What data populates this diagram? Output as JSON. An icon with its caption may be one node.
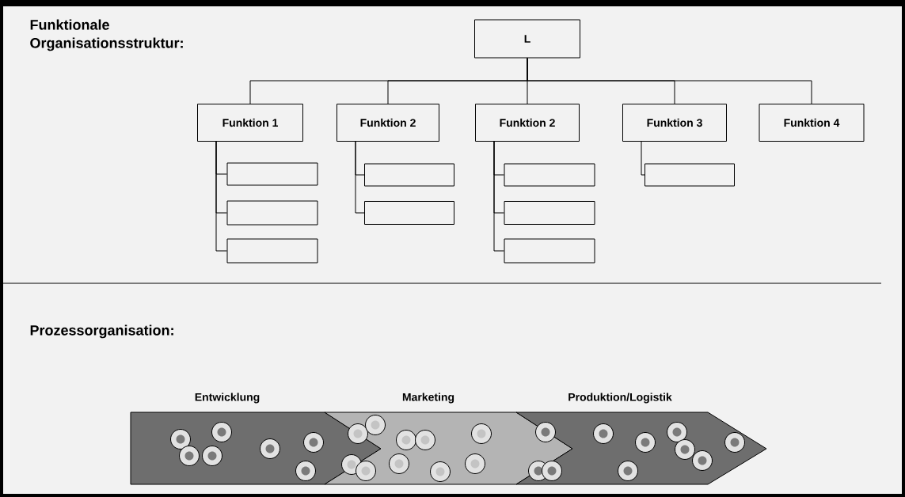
{
  "diagram": {
    "nodes": [
      {
        "text": [
          "L"
        ]
      },
      {
        "text": [
          "Funktion 1"
        ]
      },
      {
        "text": [
          "Funktion 2"
        ]
      },
      {
        "text": [
          "Funktion 2"
        ]
      },
      {
        "text": [
          "Funktion 3"
        ]
      },
      {
        "text": [
          "Funktion 4"
        ]
      },
      {
        "text": [],
        "shape": "box"
      },
      {
        "text": [],
        "shape": "box"
      },
      {
        "text": [],
        "shape": "box"
      },
      {
        "text": [],
        "shape": "box"
      },
      {
        "text": [],
        "shape": "box"
      },
      {
        "text": [],
        "shape": "box"
      },
      {
        "text": [],
        "shape": "box"
      },
      {
        "text": [],
        "shape": "box"
      },
      {
        "text": [],
        "shape": "box"
      },
      {
        "text": [
          "Entwicklung"
        ]
      },
      {
        "text": [
          "Marketing"
        ]
      },
      {
        "text": [
          "Produktion/Logistik"
        ]
      }
    ],
    "edges": [
      {
        "from": 0,
        "to": 1,
        "arrow": "none"
      },
      {
        "from": 0,
        "to": 2,
        "arrow": "none"
      },
      {
        "from": 0,
        "to": 3,
        "arrow": "none"
      },
      {
        "from": 0,
        "to": 4,
        "arrow": "none"
      },
      {
        "from": 0,
        "to": 5,
        "arrow": "none"
      },
      {
        "from": 1,
        "to": 6,
        "arrow": "none"
      },
      {
        "from": 1,
        "to": 7,
        "arrow": "none"
      },
      {
        "from": 1,
        "to": 8,
        "arrow": "none"
      },
      {
        "from": 2,
        "to": 9,
        "arrow": "none"
      },
      {
        "from": 2,
        "to": 10,
        "arrow": "none"
      },
      {
        "from": 3,
        "to": 11,
        "arrow": "none"
      },
      {
        "from": 3,
        "to": 12,
        "arrow": "none"
      },
      {
        "from": 3,
        "to": 13,
        "arrow": "none"
      },
      {
        "from": 4,
        "to": 14,
        "arrow": "none"
      }
    ],
    "labels": [
      "Funktionale Organisationsstruktur:",
      "Prozessorganisation:"
    ]
  }
}
